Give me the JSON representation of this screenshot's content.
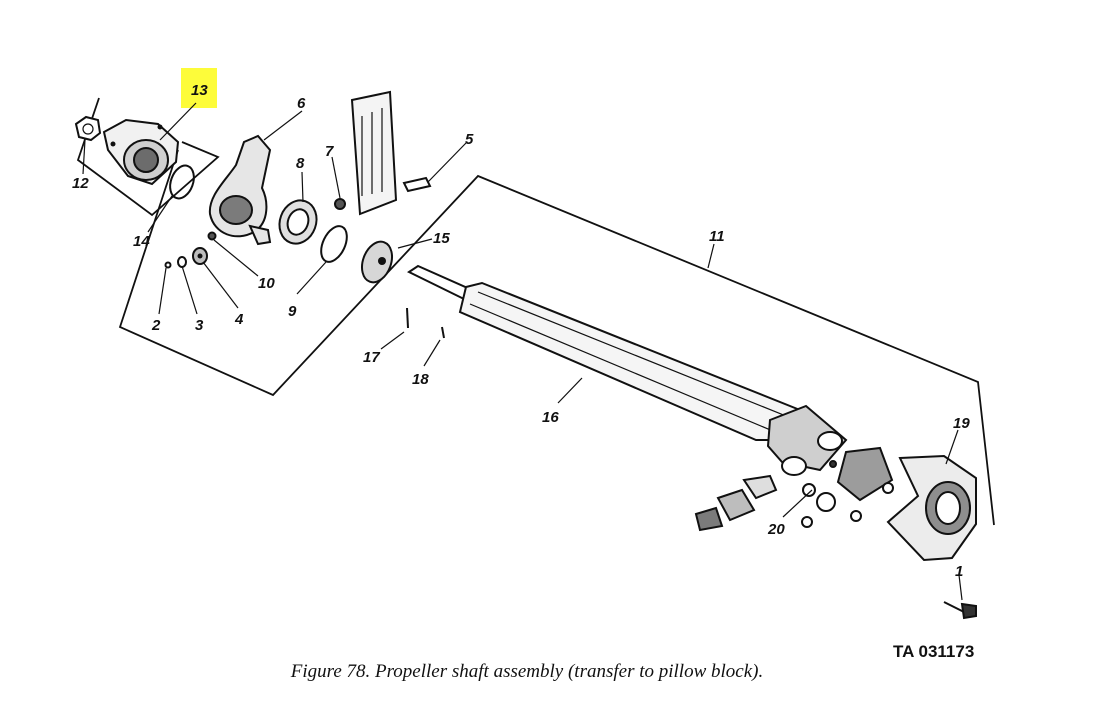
{
  "diagram": {
    "callouts": [
      "1",
      "2",
      "3",
      "4",
      "5",
      "6",
      "7",
      "8",
      "9",
      "10",
      "11",
      "12",
      "13",
      "14",
      "15",
      "16",
      "17",
      "18",
      "19",
      "20"
    ],
    "highlight_callout": "13",
    "highlight_color": "#fdfc3a",
    "figure_id": "TA 031173",
    "caption": "Figure 78. Propeller shaft assembly (transfer to pillow block)."
  }
}
